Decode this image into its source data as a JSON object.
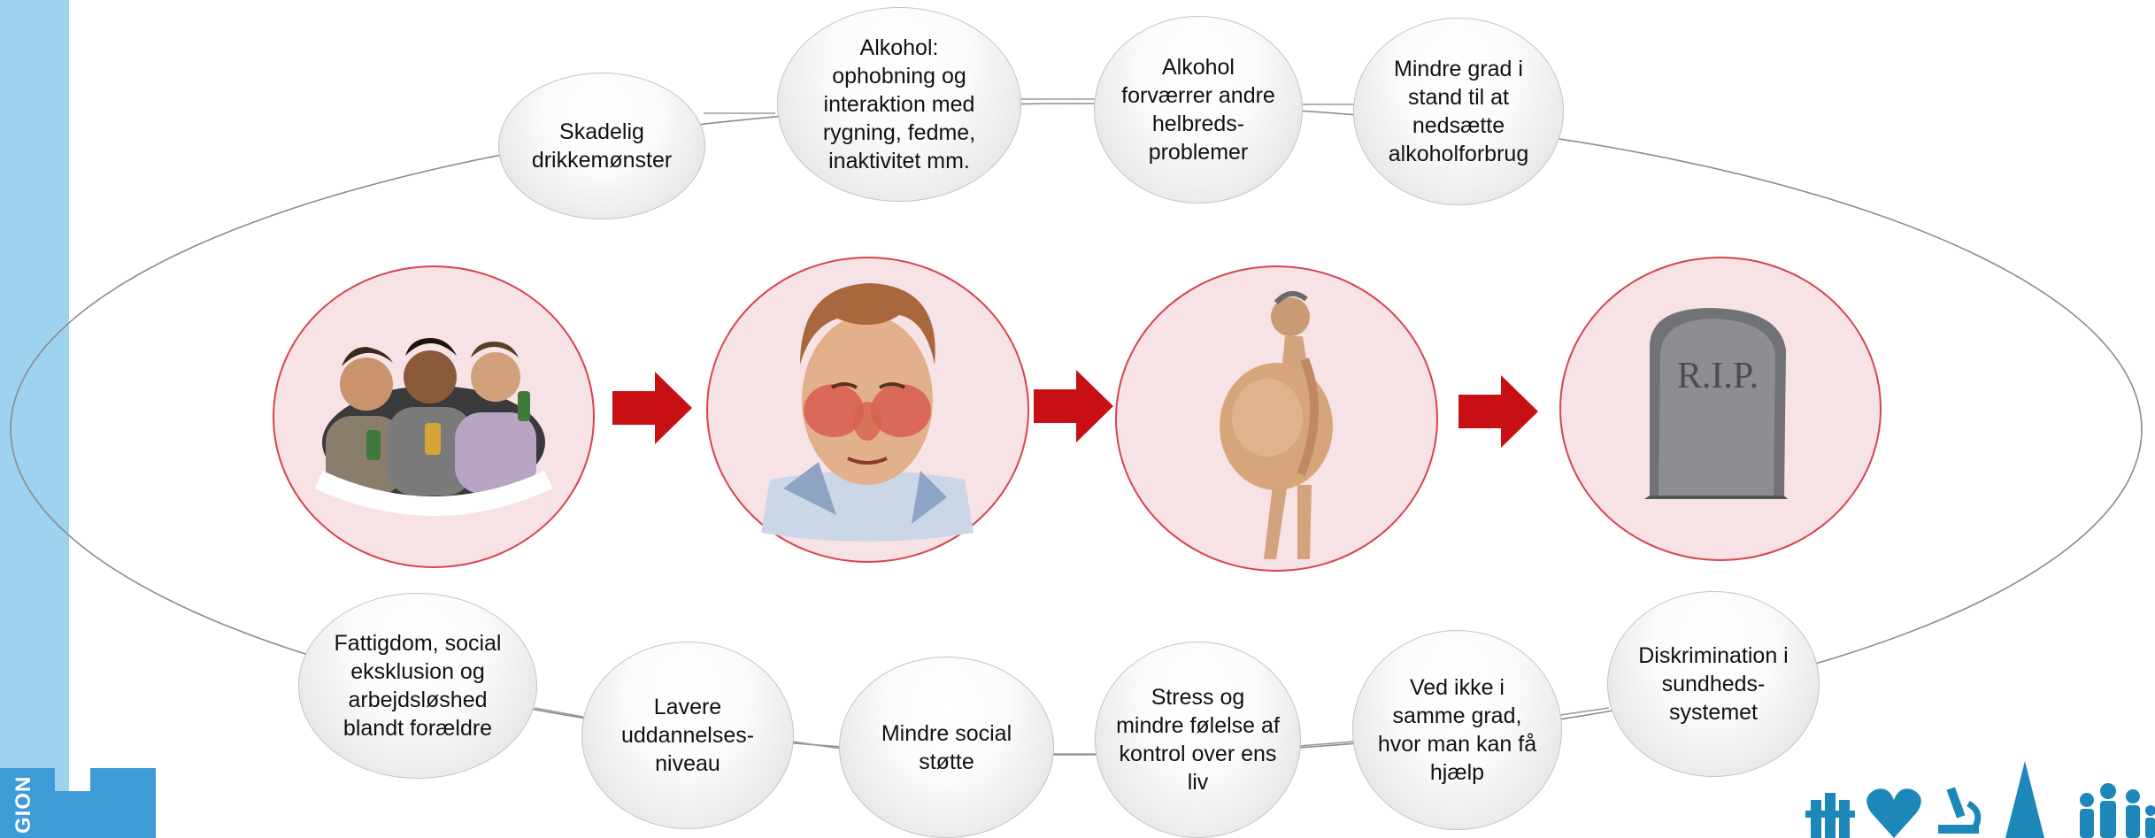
{
  "logo": {
    "text": "GION"
  },
  "top_bubbles": [
    {
      "text": "Skadelig\ndrikkemønster"
    },
    {
      "text": "Alkohol:\nophobning og\ninteraktion med\nrygning, fedme,\ninaktivitet mm."
    },
    {
      "text": "Alkohol\nforværrer andre\nhelbreds-\nproblemer"
    },
    {
      "text": "Mindre grad i\nstand til at\nnedsætte\nalkoholforbrug"
    }
  ],
  "bottom_bubbles": [
    {
      "text": "Fattigdom, social\neksklusion og\narbejdsløshed\nblandt forældre"
    },
    {
      "text": "Lavere\nuddannelses-\nniveau"
    },
    {
      "text": "Mindre social\nstøtte"
    },
    {
      "text": "Stress og\nmindre følelse af\nkontrol over ens\nliv"
    },
    {
      "text": "Ved ikke i\nsamme grad,\nhvor man kan få\nhjælp"
    },
    {
      "text": "Diskrimination i\nsundheds-\nsystemet"
    }
  ],
  "stages": [
    {
      "image": "young-men-drinking-photo"
    },
    {
      "image": "flushed-face-illustration"
    },
    {
      "image": "swollen-abdomen-illustration"
    },
    {
      "image": "tombstone-photo",
      "engraving": "R.I.P."
    }
  ],
  "colors": {
    "band": "#9dd3ef",
    "logo": "#3d9bd7",
    "stage_fill": "#f7e3e5",
    "stage_border": "#d8434f",
    "arrow": "#c80f14",
    "icons": "#1c87b8"
  }
}
